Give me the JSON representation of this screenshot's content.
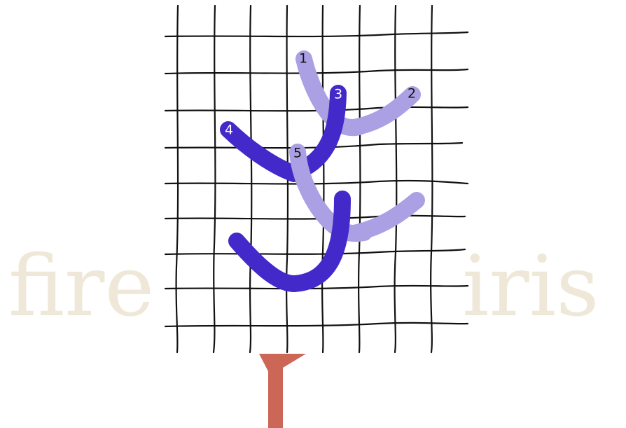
{
  "watermark": {
    "text_left": "fire",
    "text_right": "iris"
  },
  "colors": {
    "background": "#ffffff",
    "grid": "#111111",
    "light_stroke": "#aaa0e3",
    "dark_stroke": "#4329c9",
    "watermark": "#efe8d8",
    "pendant": "#cc6656"
  },
  "step_labels": {
    "step_1": "1",
    "step_2": "2",
    "step_3": "3",
    "step_4": "4",
    "step_5": "5"
  },
  "strokes": [
    {
      "id": "stroke-1",
      "tone": "light",
      "label_key": "step_1"
    },
    {
      "id": "stroke-2",
      "tone": "light",
      "label_key": "step_2"
    },
    {
      "id": "stroke-3",
      "tone": "dark",
      "label_key": "step_3"
    },
    {
      "id": "stroke-4",
      "tone": "dark",
      "label_key": "step_4"
    },
    {
      "id": "stroke-5",
      "tone": "light",
      "label_key": "step_5"
    },
    {
      "id": "stroke-6",
      "tone": "light",
      "label_key": null
    },
    {
      "id": "stroke-7",
      "tone": "dark",
      "label_key": null
    }
  ],
  "icons": {
    "pendant": "watermark-pendant-icon"
  }
}
